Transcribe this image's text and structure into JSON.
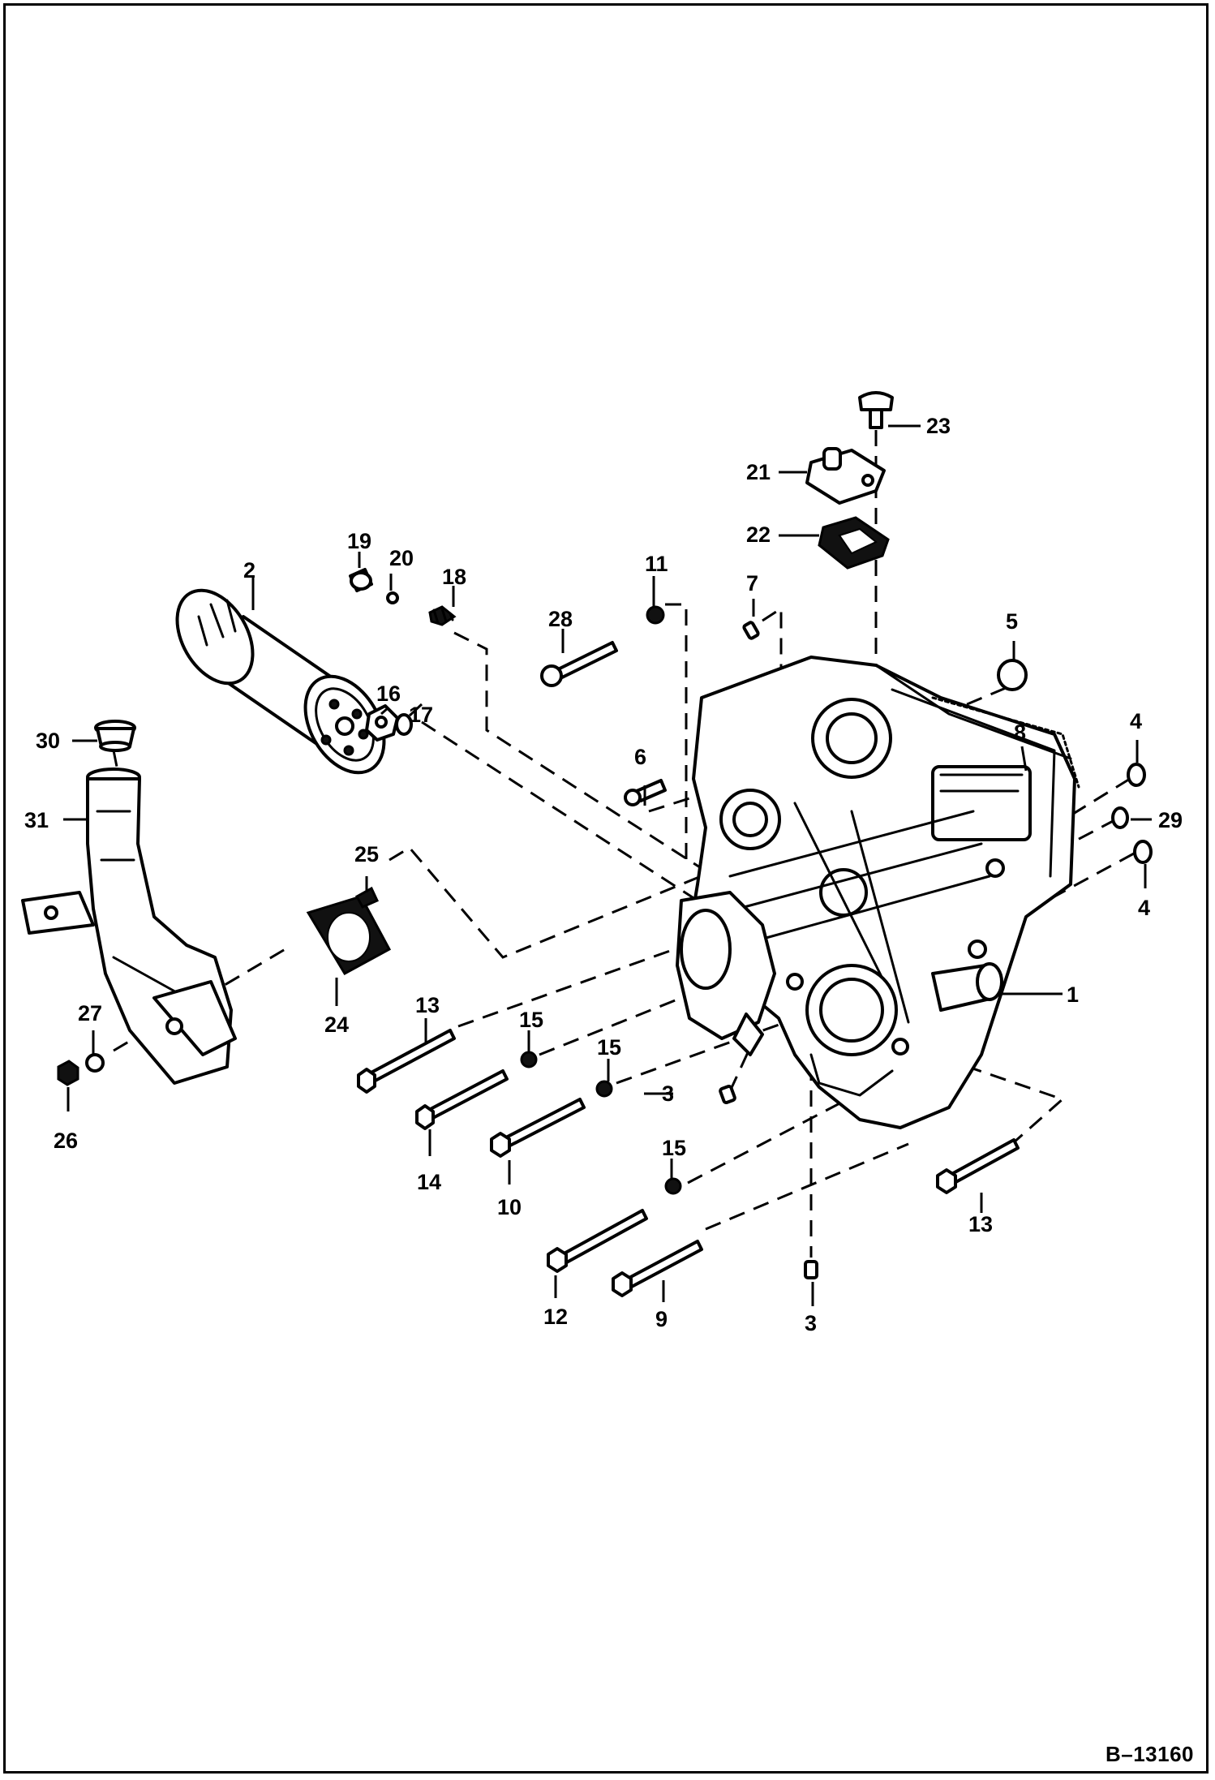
{
  "drawing_code": "B–13160",
  "callouts": {
    "c1": "1",
    "c2": "2",
    "c3a": "3",
    "c3b": "3",
    "c4a": "4",
    "c4b": "4",
    "c5": "5",
    "c6": "6",
    "c7": "7",
    "c8": "8",
    "c9": "9",
    "c10": "10",
    "c11": "11",
    "c12": "12",
    "c13a": "13",
    "c13b": "13",
    "c14": "14",
    "c15a": "15",
    "c15b": "15",
    "c15c": "15",
    "c16": "16",
    "c17": "17",
    "c18": "18",
    "c19": "19",
    "c20": "20",
    "c21": "21",
    "c22": "22",
    "c23": "23",
    "c24": "24",
    "c25": "25",
    "c26": "26",
    "c27": "27",
    "c28": "28",
    "c29": "29",
    "c30": "30",
    "c31": "31"
  }
}
